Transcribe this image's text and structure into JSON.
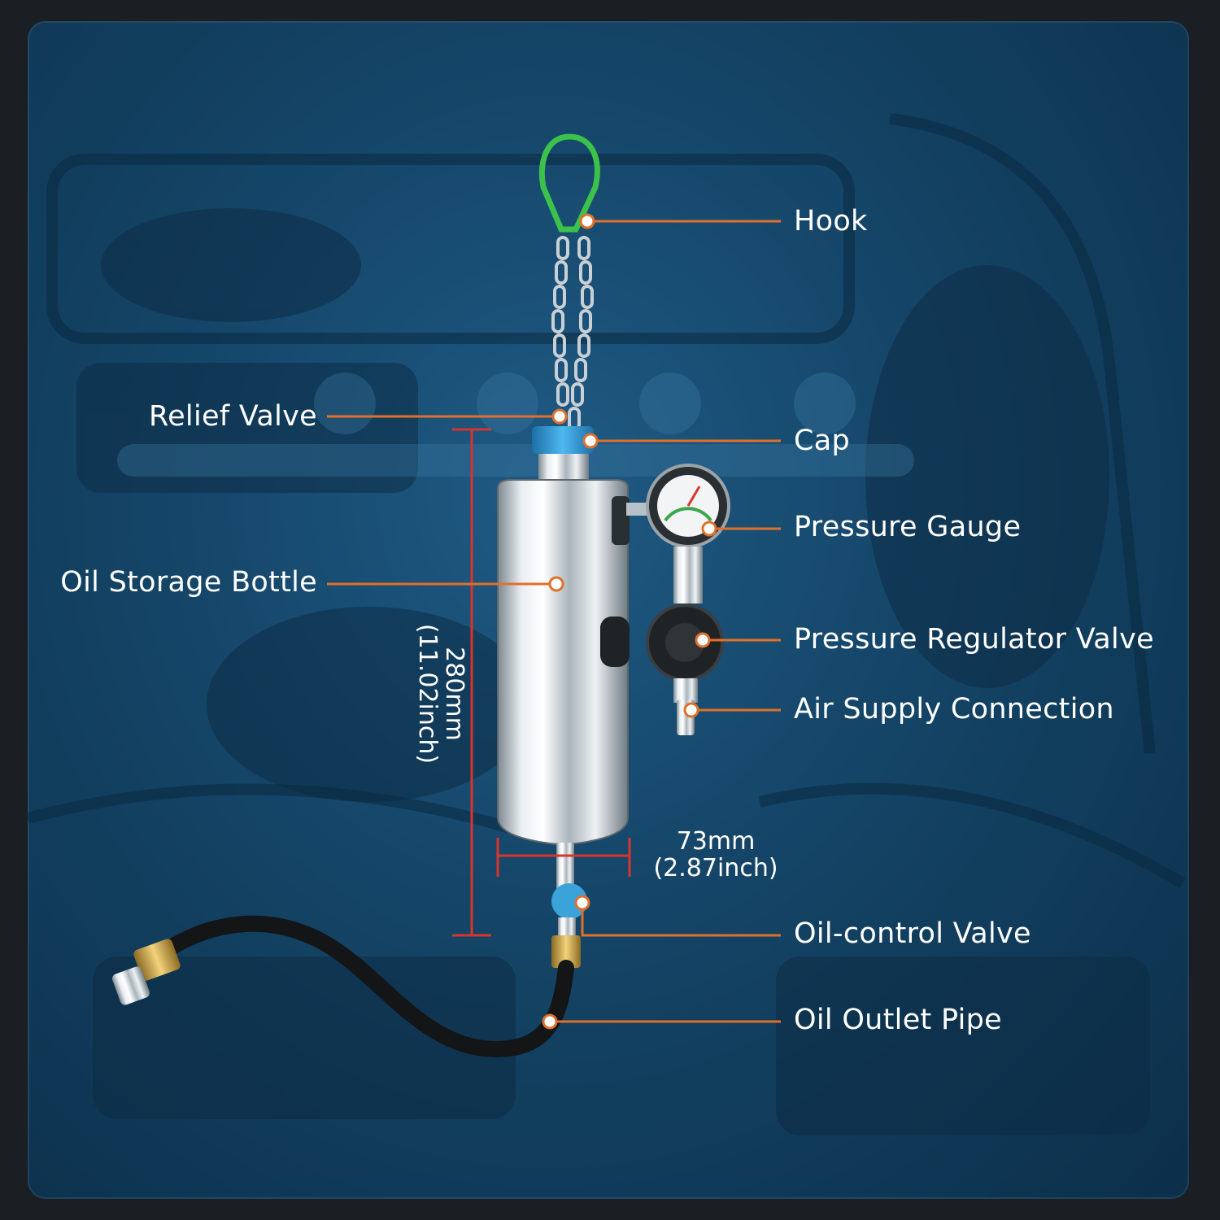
{
  "labels": {
    "hook": "Hook",
    "relief_valve": "Relief Valve",
    "cap": "Cap",
    "pressure_gauge": "Pressure Gauge",
    "oil_storage_bottle": "Oil Storage Bottle",
    "pressure_regulator_valve": "Pressure Regulator Valve",
    "air_supply_connection": "Air Supply Connection",
    "oil_control_valve": "Oil-control Valve",
    "oil_outlet_pipe": "Oil Outlet Pipe"
  },
  "dimensions": {
    "height_mm": "280mm",
    "height_inch": "(11.02inch)",
    "width_mm": "73mm",
    "width_inch": "(2.87inch)"
  },
  "colors": {
    "callout": "#e0702a",
    "dimension": "#d9342b",
    "text": "#ffffff",
    "cap": "#2f9ad6",
    "hook": "#3cc24a"
  }
}
